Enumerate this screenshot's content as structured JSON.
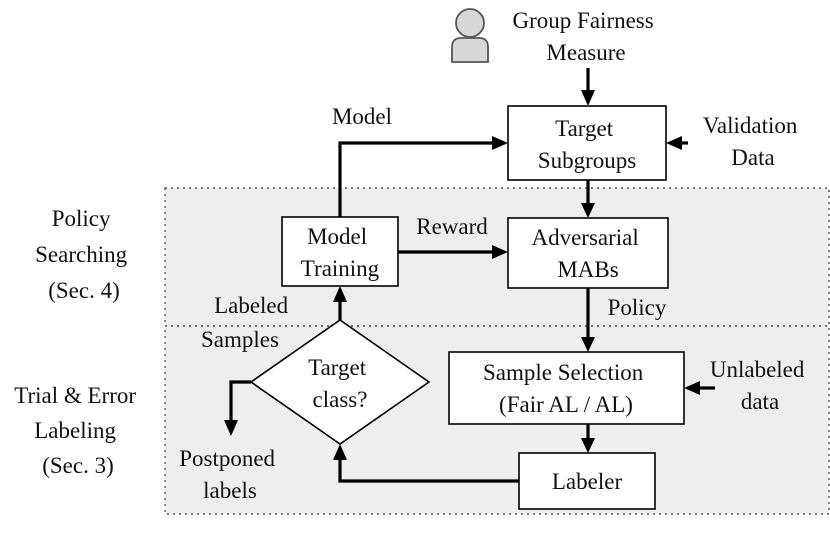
{
  "regions": {
    "policy": {
      "label_lines": [
        "Policy",
        "Searching",
        "(Sec. 4)"
      ]
    },
    "trial": {
      "label_lines": [
        "Trial & Error",
        "Labeling",
        "(Sec. 3)"
      ]
    }
  },
  "nodes": {
    "fairness_measure": {
      "lines": [
        "Group Fairness",
        "Measure"
      ],
      "icon": "user-icon"
    },
    "target_subgroups": {
      "lines": [
        "Target",
        "Subgroups"
      ]
    },
    "validation_data": {
      "lines": [
        "Validation",
        "Data"
      ]
    },
    "model_training": {
      "lines": [
        "Model",
        "Training"
      ]
    },
    "adversarial_mabs": {
      "lines": [
        "Adversarial",
        "MABs"
      ]
    },
    "sample_selection": {
      "lines": [
        "Sample Selection",
        "(Fair AL / AL)"
      ]
    },
    "unlabeled_data": {
      "lines": [
        "Unlabeled",
        "data"
      ]
    },
    "target_class": {
      "lines": [
        "Target",
        "class?"
      ]
    },
    "labeler": {
      "lines": [
        "Labeler"
      ]
    },
    "postponed_labels": {
      "lines": [
        "Postponed",
        "labels"
      ]
    }
  },
  "edge_labels": {
    "model": "Model",
    "reward": "Reward",
    "policy": "Policy",
    "labeled_samples": [
      "Labeled",
      "Samples"
    ]
  }
}
